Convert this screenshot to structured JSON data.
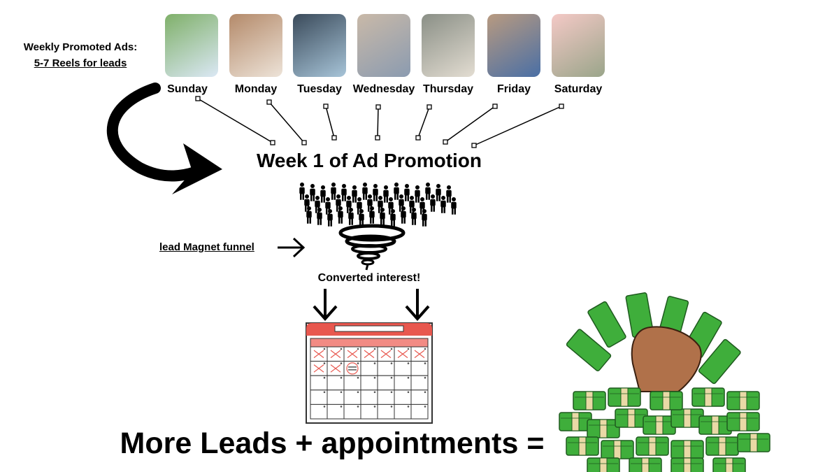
{
  "intro": {
    "heading": "Weekly Promoted Ads:",
    "subheading": "5-7 Reels for leads"
  },
  "days": [
    {
      "label": "Sunday",
      "photo": "man-with-tablet-photo",
      "colors": [
        "#7fb069",
        "#dbe8f5"
      ]
    },
    {
      "label": "Monday",
      "photo": "woman-at-laptop-photo",
      "colors": [
        "#b48a6a",
        "#ede3d8"
      ]
    },
    {
      "label": "Tuesday",
      "photo": "hands-with-phone-photo",
      "colors": [
        "#3a4a5a",
        "#a7c4d8"
      ]
    },
    {
      "label": "Wednesday",
      "photo": "phone-instagram-photo",
      "colors": [
        "#c9b9a8",
        "#8b9bb0"
      ]
    },
    {
      "label": "Thursday",
      "photo": "woman-at-cafe-photo",
      "colors": [
        "#8a8f86",
        "#e3ddd2"
      ]
    },
    {
      "label": "Friday",
      "photo": "phone-in-hand-photo",
      "colors": [
        "#b89a80",
        "#4a6fa5"
      ]
    },
    {
      "label": "Saturday",
      "photo": "laptop-and-cash-photo",
      "colors": [
        "#f4c9c6",
        "#9aa58a"
      ]
    }
  ],
  "title": "Week 1 of Ad Promotion",
  "funnel_label": "lead Magnet funnel",
  "converted": "Converted interest!",
  "bottom_text": "More Leads + appointments =",
  "colors": {
    "calendar_red": "#e8584f",
    "calendar_header": "#f28b84",
    "money_green": "#3fae3b",
    "skin": "#b0714a"
  }
}
